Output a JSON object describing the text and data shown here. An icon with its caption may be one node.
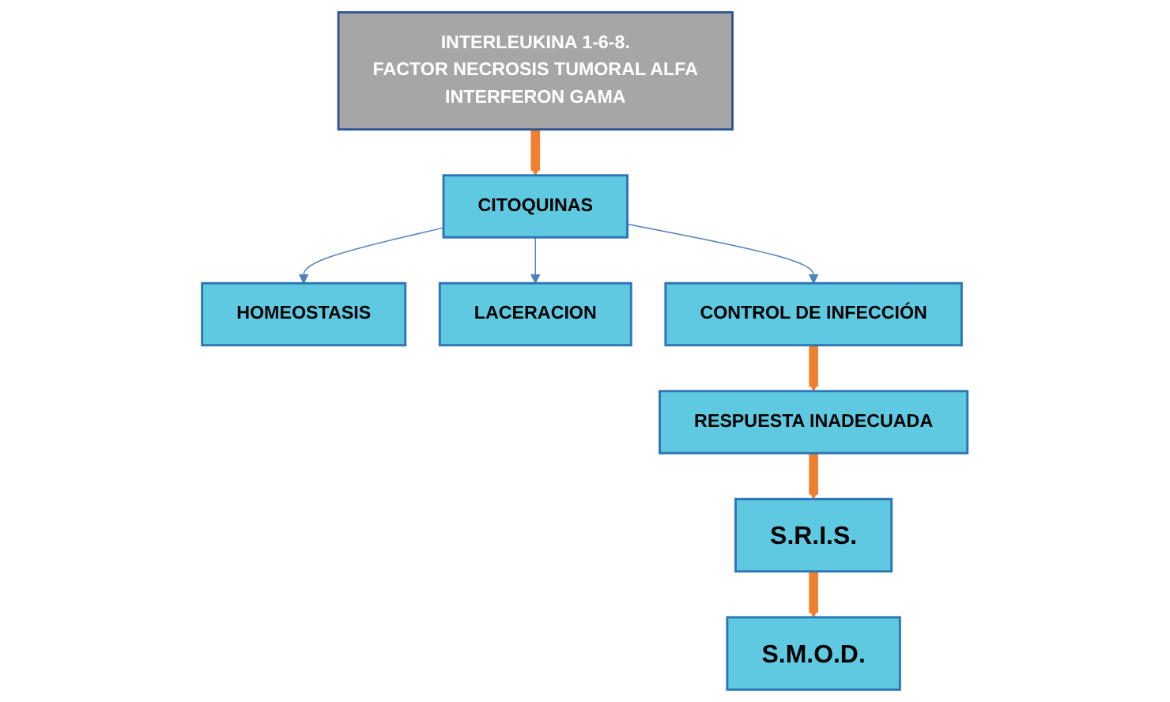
{
  "diagram": {
    "nodes": [
      {
        "text": [
          "INTERLEUKINA 1-6-8.",
          "FACTOR NECROSIS TUMORAL ALFA",
          "INTERFERON  GAMA"
        ]
      },
      {
        "text": [
          "CITOQUINAS"
        ]
      },
      {
        "text": [
          "HOMEOSTASIS"
        ]
      },
      {
        "text": [
          "LACERACION"
        ]
      },
      {
        "text": [
          "CONTROL DE INFECCIÓN"
        ]
      },
      {
        "text": [
          "RESPUESTA INADECUADA"
        ]
      },
      {
        "text": [
          "S.R.I.S."
        ]
      },
      {
        "text": [
          "S.M.O.D."
        ]
      }
    ],
    "edges": [
      {
        "from": 0,
        "to": 1,
        "arrow": "to"
      },
      {
        "from": 1,
        "to": 2,
        "arrow": "to",
        "color": "#4f81bd"
      },
      {
        "from": 1,
        "to": 3,
        "arrow": "to",
        "color": "#4f81bd"
      },
      {
        "from": 1,
        "to": 4,
        "arrow": "to",
        "color": "#4f81bd"
      },
      {
        "from": 4,
        "to": 5,
        "arrow": "to"
      },
      {
        "from": 5,
        "to": 6,
        "arrow": "to"
      },
      {
        "from": 6,
        "to": 7,
        "arrow": "to"
      }
    ]
  }
}
